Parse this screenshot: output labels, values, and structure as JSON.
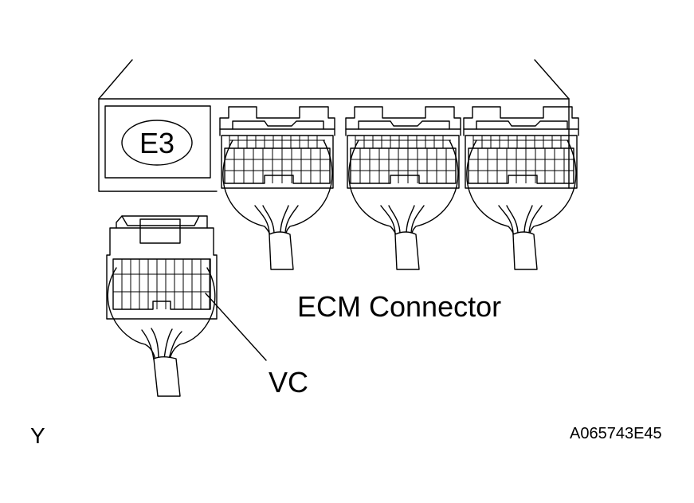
{
  "labels": {
    "badge": "E3",
    "ecm_connector": "ECM Connector",
    "terminal": "VC",
    "view_mark": "Y",
    "figure_code": "A065743E45"
  },
  "colors": {
    "line": "#000000",
    "background": "#ffffff"
  }
}
